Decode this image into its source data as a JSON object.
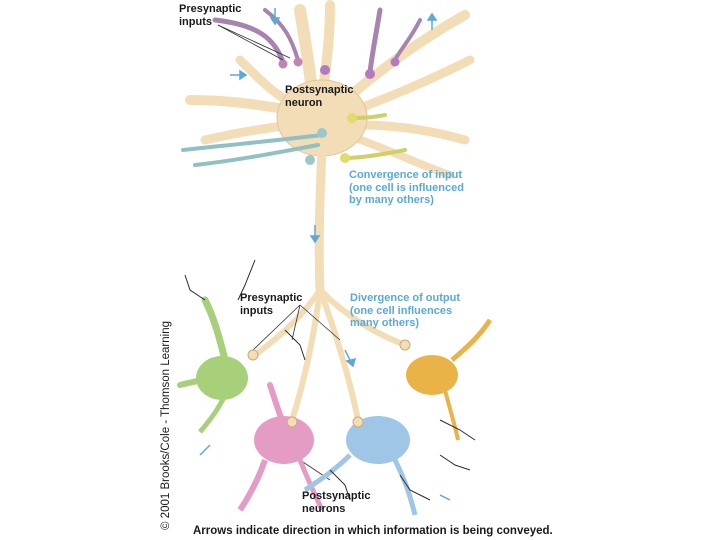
{
  "labels": {
    "presynaptic_inputs_top": "Presynaptic\ninputs",
    "postsynaptic_neuron": "Postsynaptic\nneuron",
    "convergence": "Convergence of input\n(one cell is influenced\nby many others)",
    "presynaptic_inputs_bottom": "Presynaptic\ninputs",
    "divergence": "Divergence of output\n(one cell influences\nmany others)",
    "postsynaptic_neurons": "Postsynaptic\nneurons"
  },
  "caption": "Arrows indicate direction in which information is being conveyed.",
  "credit": "© 2001 Brooks/Cole - Thomson Learning",
  "colors": {
    "cell_body": "#f3ddb6",
    "cell_outline": "#c9a979",
    "green_neuron": "#a8cf7a",
    "pink_neuron": "#e59cc4",
    "blue_neuron": "#9fc6e6",
    "orange_neuron": "#e9b347",
    "violet_input": "#a784b0",
    "accent_text": "#5aa9d6",
    "dendrite_dark": "#2b2b2b"
  },
  "icons": [
    "arrow-icon"
  ]
}
